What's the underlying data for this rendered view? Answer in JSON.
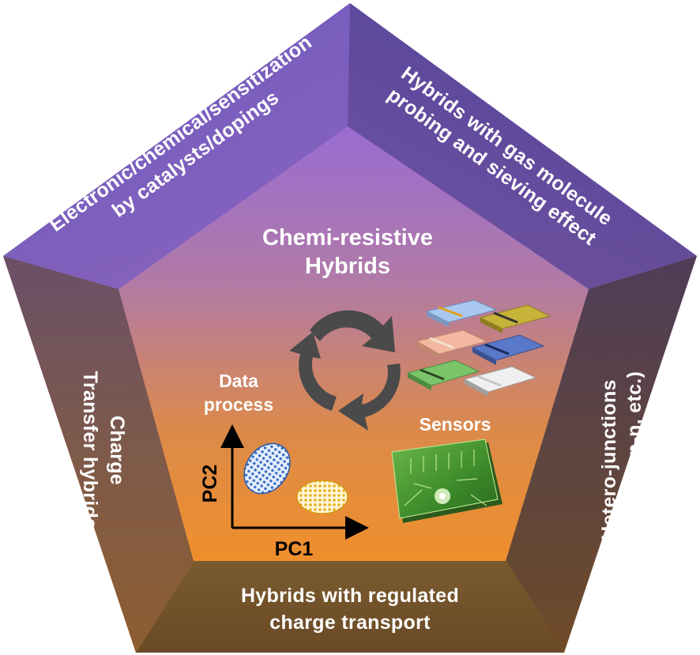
{
  "colors": {
    "top_purple": "#8a63c7",
    "mid_violet": "#9b6aa0",
    "bottom_orange": "#e6862e",
    "bevel_dark": "#4d3a4a",
    "arrow_gray": "#4a4a4a",
    "chip_green": "#3f8b2e"
  },
  "faces": {
    "top_left": [
      "Electronic/chemical/sensitization",
      "by catalysts/dopings"
    ],
    "top_right": [
      "Hybrids with gas molecule",
      "probing and sieving effect"
    ],
    "right": [
      "Hetero-junctions",
      "(p-n, p-p, n-n, etc.)"
    ],
    "bottom": [
      "Hybrids with regulated",
      "charge transport"
    ],
    "left": [
      "Charge",
      "Transfer hybrids"
    ]
  },
  "center": {
    "title": [
      "Chemi-resistive",
      "Hybrids"
    ],
    "data_process": [
      "Data",
      "process"
    ],
    "sensors": "Sensors",
    "axis_x": "PC1",
    "axis_y": "PC2"
  },
  "icons": {
    "cycle": "recycle-arrows-icon",
    "sensors": "sensor-chips-icon",
    "chip": "circuit-chip-icon",
    "pca": "pca-scatter-icon"
  }
}
